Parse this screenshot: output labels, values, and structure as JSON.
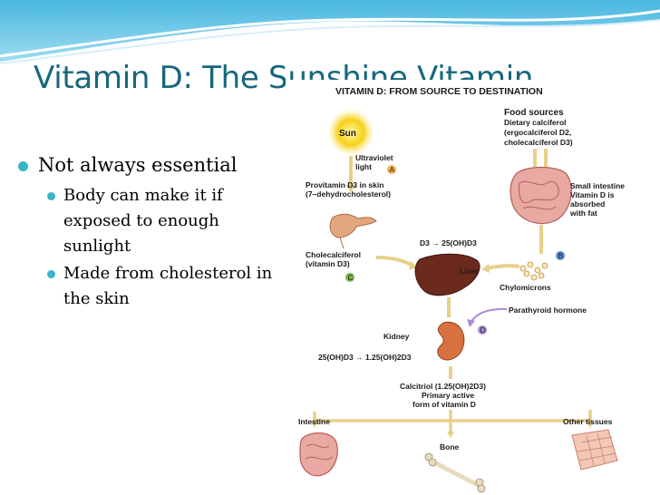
{
  "slide": {
    "title": "Vitamin D: The Sunshine Vitamin",
    "bullet": "Not always essential",
    "subbullets": [
      {
        "lines": [
          "Body can make it if",
          "exposed to enough",
          "sunlight"
        ]
      },
      {
        "lines": [
          "Made from cholesterol in",
          "the skin"
        ]
      }
    ]
  },
  "figure": {
    "heading": "VITAMIN D: FROM SOURCE TO DESTINATION",
    "sun": "Sun",
    "uv": [
      "Ultraviolet",
      "light"
    ],
    "provitamin": [
      "Provitamin D3 in skin",
      "(7–dehydrocholesterol)"
    ],
    "chole": [
      "Cholecalciferol",
      "(vitamin D3)"
    ],
    "food_title": "Food sources",
    "food": [
      "Dietary calciferol",
      "(ergocalciferol D2,",
      "cholecalciferol D3)"
    ],
    "intestine_note": [
      "Small intestine",
      "Vitamin D is",
      "absorbed",
      "with fat"
    ],
    "conversion": "D3 → 25(OH)D3",
    "liver": "Liver",
    "chylomicrons": "Chylomicrons",
    "pth": "Parathyroid hormone",
    "kidney": "Kidney",
    "kidney_conv": "25(OH)D3 → 1.25(OH)2D3",
    "calcitriol": [
      "Calcitriol (1.25(OH)2D3)",
      "Primary active",
      "form of vitamin D"
    ],
    "intestine": "Intestine",
    "bone": "Bone",
    "other": "Other tissues",
    "badges": [
      "A",
      "B",
      "C",
      "D"
    ],
    "colors": {
      "sun": "#f7d117",
      "badge_orange": "#f2b14a",
      "badge_blue": "#5b8fd6",
      "badge_green": "#79b84a",
      "badge_purple": "#a98bd6",
      "liver": "#6b2a1c",
      "kidney": "#d87040",
      "arrow": "#e8d08a"
    }
  }
}
